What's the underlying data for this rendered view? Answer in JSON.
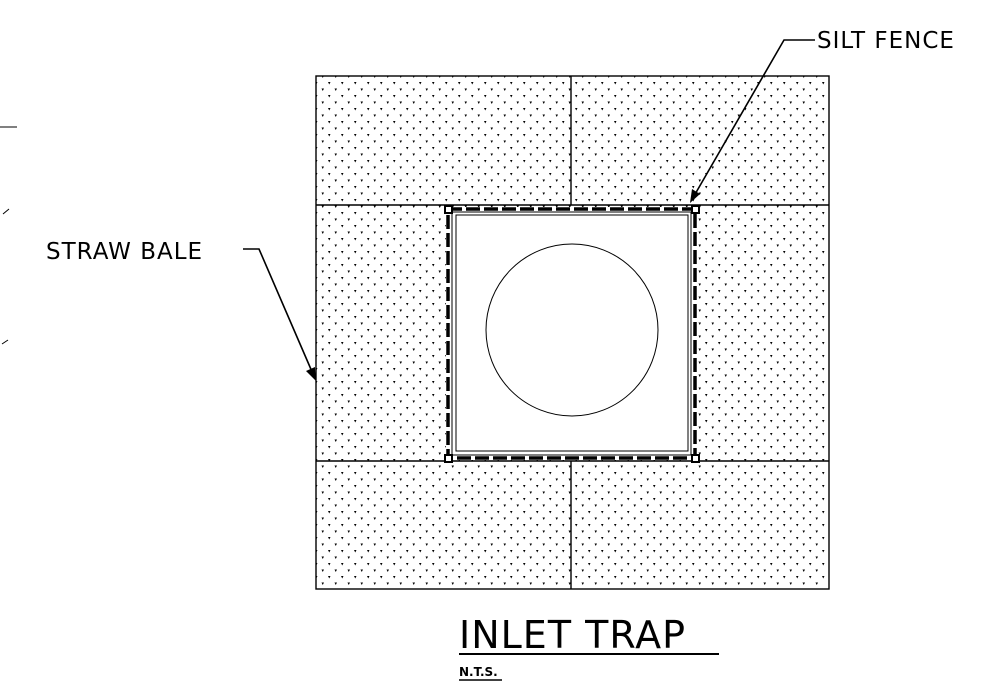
{
  "drawing": {
    "title": "INLET TRAP",
    "scale_note": "N.T.S.",
    "labels": {
      "silt_fence": "SILT FENCE",
      "straw_bale": "STRAW BALE"
    },
    "colors": {
      "line": "#000000",
      "background": "#ffffff",
      "hatch_dot": "#000000"
    }
  }
}
